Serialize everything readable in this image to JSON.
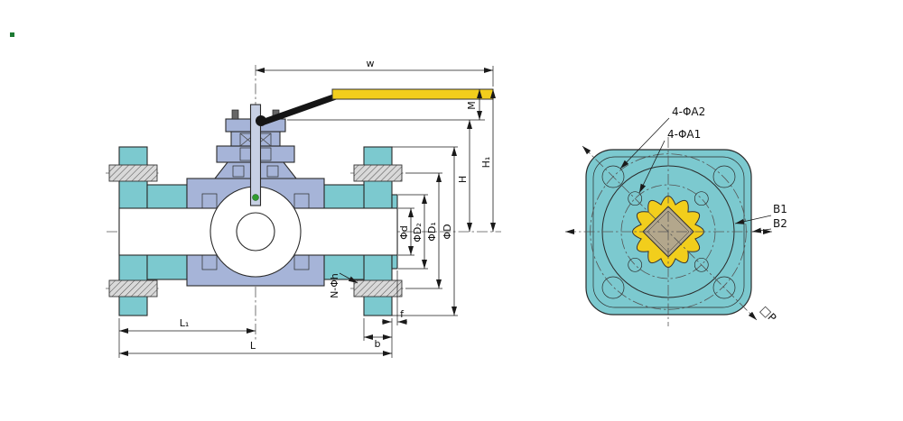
{
  "colors": {
    "flange_teal": "#7cc9cf",
    "body_lavender": "#a6b4d8",
    "seat_yellow": "#f2ce1c",
    "handle_black": "#151515",
    "stem_green": "#2e9b2e",
    "square_tan": "#b3a78c",
    "line": "#1a1a1a",
    "background": "#ffffff"
  },
  "front_view": {
    "dim_w": "w",
    "dim_M": "M",
    "dim_H1": "H₁",
    "dim_H": "H",
    "dim_phi_d": "Φd",
    "dim_phi_D2": "ΦD₂",
    "dim_phi_D1": "ΦD₁",
    "dim_phi_D": "ΦD",
    "dim_N_phi_h": "N-Φh",
    "dim_L1": "L₁",
    "dim_L": "L",
    "dim_b": "b",
    "dim_f": "f"
  },
  "end_view": {
    "label_holes_outer": "4-ΦA2",
    "label_holes_inner": "4-ΦA1",
    "dim_B1": "B1",
    "dim_B2": "B2",
    "dim_P": "□P"
  }
}
